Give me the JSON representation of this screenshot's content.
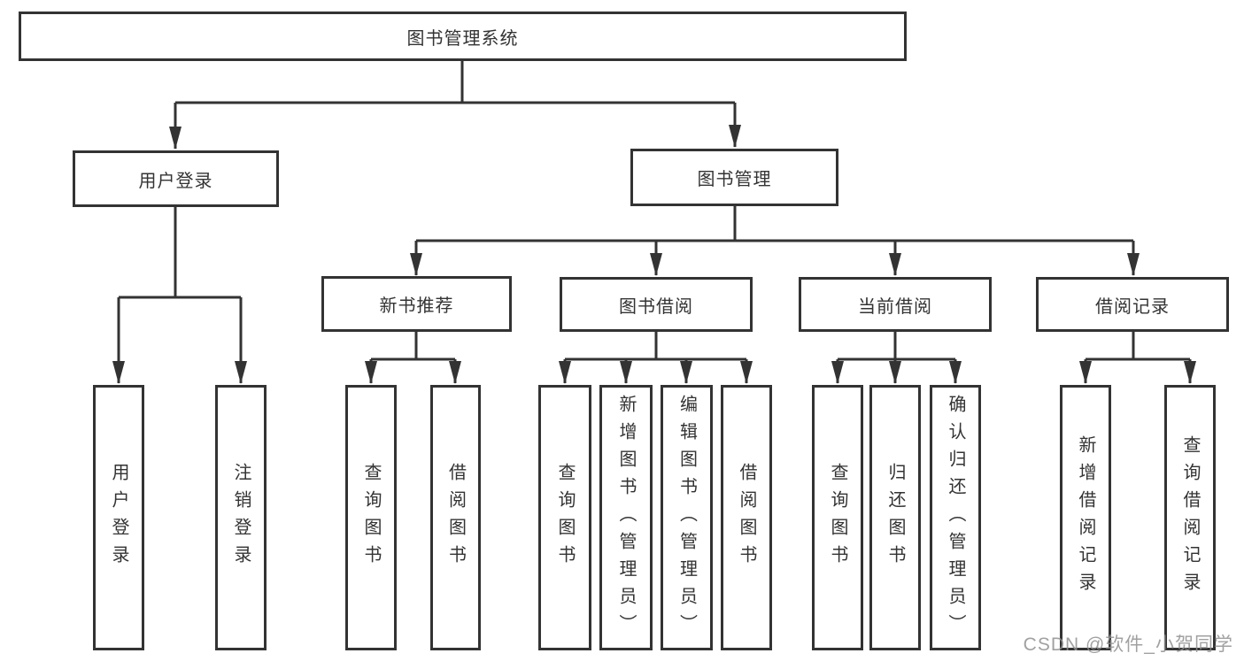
{
  "tree": {
    "root": {
      "label": "图书管理系统"
    },
    "branches": [
      {
        "label": "用户登录",
        "children": [
          {
            "label": "用户登录"
          },
          {
            "label": "注销登录"
          }
        ]
      },
      {
        "label": "图书管理",
        "children": [
          {
            "label": "新书推荐",
            "children": [
              {
                "label": "查询图书"
              },
              {
                "label": "借阅图书"
              }
            ]
          },
          {
            "label": "图书借阅",
            "children": [
              {
                "label": "查询图书"
              },
              {
                "label": "新增图书（管理员）"
              },
              {
                "label": "编辑图书（管理员）"
              },
              {
                "label": "借阅图书"
              }
            ]
          },
          {
            "label": "当前借阅",
            "children": [
              {
                "label": "查询图书"
              },
              {
                "label": "归还图书"
              },
              {
                "label": "确认归还（管理员）"
              }
            ]
          },
          {
            "label": "借阅记录",
            "children": [
              {
                "label": "新增借阅记录"
              },
              {
                "label": "查询借阅记录"
              }
            ]
          }
        ]
      }
    ]
  },
  "watermark": {
    "text": "CSDN @软件_小贺同学"
  },
  "colors": {
    "line": "#333333",
    "text": "#333333",
    "box_background": "#ffffff",
    "watermark": "#919191",
    "background": "#ffffff"
  }
}
